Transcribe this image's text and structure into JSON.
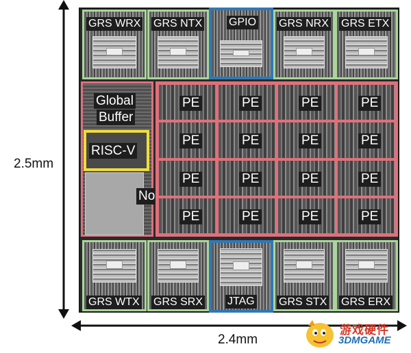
{
  "dimensions": {
    "height_label": "2.5mm",
    "width_label": "2.4mm"
  },
  "top_row": [
    {
      "name": "grs-wrx",
      "label": "GRS WRX",
      "frame": "green"
    },
    {
      "name": "grs-ntx",
      "label": "GRS NTX",
      "frame": "green"
    },
    {
      "name": "gpio",
      "label": "GPIO",
      "frame": "blue"
    },
    {
      "name": "grs-nrx",
      "label": "GRS NRX",
      "frame": "green"
    },
    {
      "name": "grs-etx",
      "label": "GRS ETX",
      "frame": "green"
    }
  ],
  "bottom_row": [
    {
      "name": "grs-wtx",
      "label": "GRS WTX",
      "frame": "green"
    },
    {
      "name": "grs-srx",
      "label": "GRS SRX",
      "frame": "green"
    },
    {
      "name": "jtag",
      "label": "JTAG",
      "frame": "blue"
    },
    {
      "name": "grs-stx",
      "label": "GRS STX",
      "frame": "green"
    },
    {
      "name": "grs-erx",
      "label": "GRS ERX",
      "frame": "green"
    }
  ],
  "global_buffer": {
    "line1": "Global",
    "line2": "Buffer"
  },
  "riscv": {
    "label": "RISC-V"
  },
  "nop": {
    "label": "NoP"
  },
  "pe_label": "PE",
  "pe_rows": 4,
  "pe_cols": 4,
  "watermark": {
    "text1": "游戏硬件",
    "text2": "3DMGAME"
  },
  "colors": {
    "green_frame": "#a9d69a",
    "blue_frame": "#2f78b7",
    "red_frame": "#e0707b",
    "yellow_frame": "#f0dd3a"
  }
}
